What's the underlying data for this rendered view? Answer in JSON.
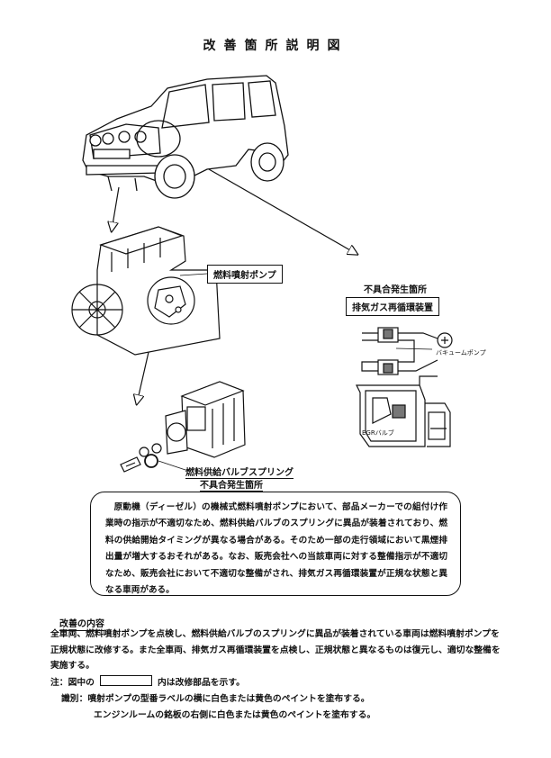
{
  "document": {
    "title": "改善箇所説明図"
  },
  "figure": {
    "pump_label": "燃料噴射ポンプ",
    "defect_location_label": "不具合発生箇所",
    "egr_system_label": "排気ガス再循環装置",
    "vacuum_pump_label": "バキュームポンプ",
    "egr_valve_label": "EGRバルブ",
    "spring_label": "燃料供給バルブスプリング",
    "spring_defect_label": "不具合発生箇所"
  },
  "callout": {
    "text": "原動機（ディーゼル）の機械式燃料噴射ポンプにおいて、部品メーカーでの組付け作業時の指示が不適切なため、燃料供給バルブのスプリングに異品が装着されており、燃料の供給開始タイミングが異なる場合がある。そのため一部の走行領域において黒煙排出量が増大するおそれがある。なお、販売会社への当該車両に対する整備指示が不適切なため、販売会社において不適切な整備がされ、排気ガス再循環装置が正規な状態と異なる車両がある。"
  },
  "improvement": {
    "heading": "改善の内容",
    "body": "全車両、燃料噴射ポンプを点検し、燃料供給バルブのスプリングに異品が装着されている車両は燃料噴射ポンプを正規状態に改修する。また全車両、排気ガス再循環装置を点検し、正規状態と異なるものは復元し、適切な整備を実施する。",
    "note_prefix": "注：図中の",
    "note_suffix": "内は改修部品を示す。",
    "identification_1": "識別：噴射ポンプの型番ラベルの横に白色または黄色のペイントを塗布する。",
    "identification_2": "エンジンルームの銘板の右側に白色または黄色のペイントを塗布する。"
  }
}
